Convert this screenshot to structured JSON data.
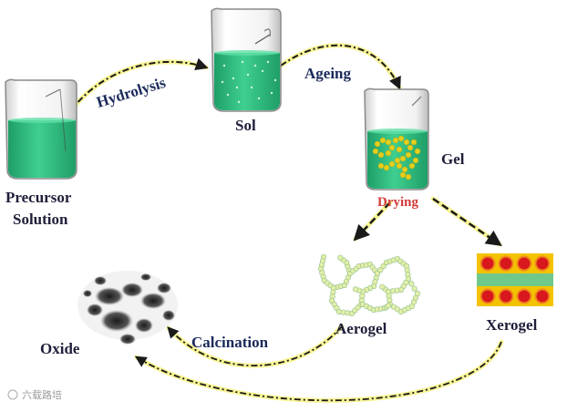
{
  "labels": {
    "precursor_line1": "Precursor",
    "precursor_line2": "Solution",
    "hydrolysis": "Hydrolysis",
    "sol": "Sol",
    "ageing": "Ageing",
    "gel": "Gel",
    "drying": "Drying",
    "aerogel": "Aerogel",
    "xerogel": "Xerogel",
    "calcination": "Calcination",
    "oxide": "Oxide"
  },
  "watermark": "六载路培",
  "colors": {
    "liquid": "#2bb57a",
    "arrow": "#1a1a1a",
    "arrow_glow": "#f5ef6a",
    "label": "#1a2a5a",
    "drying_label": "#d23a3a",
    "gel_particles": "#e5cf1c",
    "aerogel_particles": "#dfe9a0",
    "xerogel_band": "#f4c300",
    "xerogel_particles": "#d8181c"
  }
}
